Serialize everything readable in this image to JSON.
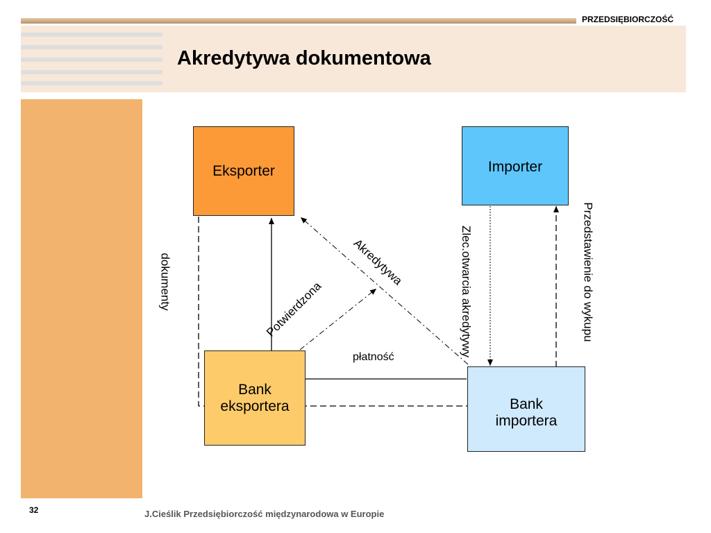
{
  "header": {
    "brand": "PRZEDSIĘBIORCZOŚĆ",
    "title": "Akredytywa dokumentowa"
  },
  "diagram": {
    "nodes": {
      "eksporter": "Eksporter",
      "importer": "Importer",
      "bank_eksportera": "Bank eksportera",
      "bank_importera": "Bank importera"
    },
    "edge_labels": {
      "dokumenty": "dokumenty",
      "potwierdzona": "Potwierdzona",
      "akredytywa": "Akredytywa",
      "platnosc": "płatność",
      "zlecenie": "Zlec.otwarcia akredytywy",
      "przedstawienie": "Przedstawienie do wykupu"
    }
  },
  "footer": {
    "page_number": "32",
    "text": "J.Cieślik Przedsiębiorczość międzynarodowa w Europie"
  }
}
